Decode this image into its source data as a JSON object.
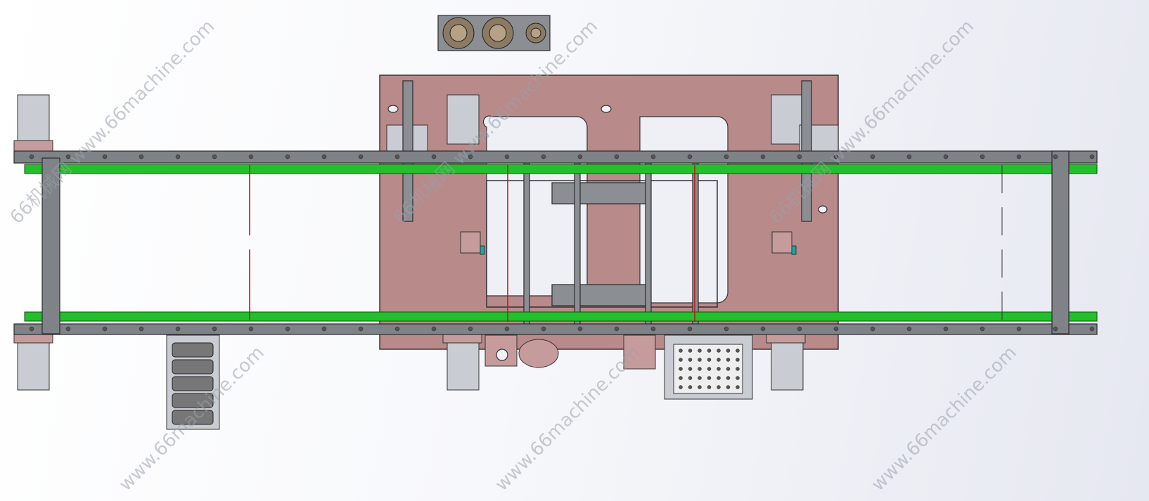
{
  "viewport": {
    "title": "CAD model top view"
  },
  "watermark": {
    "text_site": "www.66machine.com",
    "text_brand": "66机械网",
    "text_combined": "66机械网 www.66machine.com"
  },
  "colors": {
    "plate": "#b98a8a",
    "rail": "#7f8387",
    "belt": "#22c02a",
    "background": "#f4f5f9"
  }
}
